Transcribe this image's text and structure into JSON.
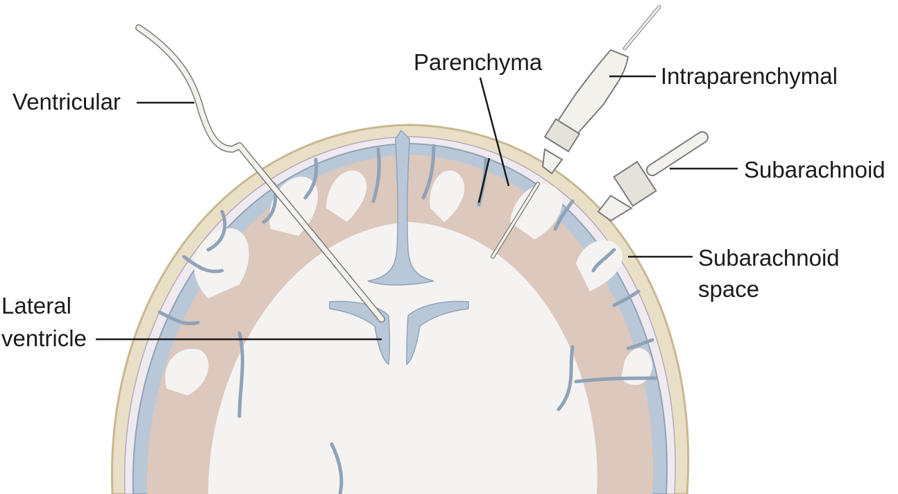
{
  "labels": {
    "ventricular": "Ventricular",
    "parenchyma": "Parenchyma",
    "intraparenchymal": "Intraparenchymal",
    "subarachnoid": "Subarachnoid",
    "subarachnoid_space_line1": "Subarachnoid",
    "subarachnoid_space_line2": "space",
    "lateral_ventricle_line1": "Lateral",
    "lateral_ventricle_line2": "ventricle"
  },
  "colors": {
    "skull": "#e9dfc6",
    "skull_edge": "#c8b892",
    "csf": "#b9c8d8",
    "csf_edge": "#8fa3b8",
    "gray_matter": "#dcc8bd",
    "white_matter": "#f4f3f2",
    "catheter": "#f2f1ec",
    "catheter_edge": "#7a7a7a",
    "leader_line": "#1a1a1a"
  }
}
